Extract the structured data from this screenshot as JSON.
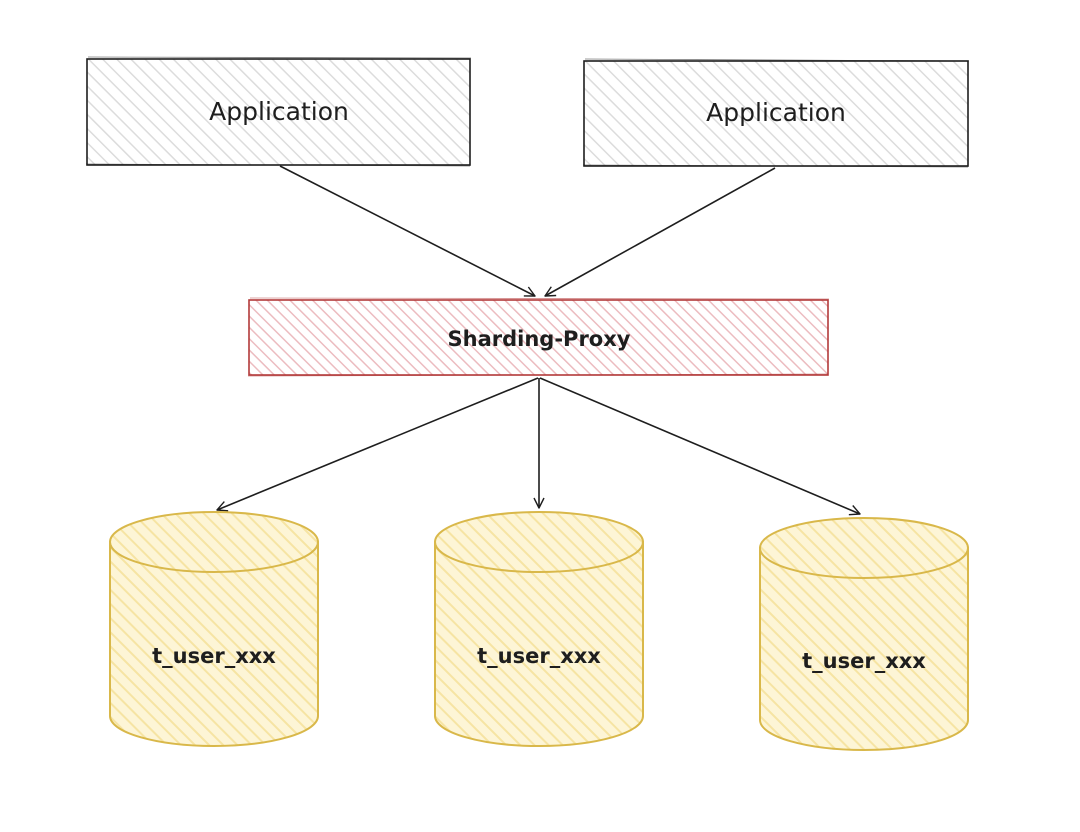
{
  "diagram": {
    "applications": [
      {
        "label": "Application"
      },
      {
        "label": "Application"
      }
    ],
    "proxy": {
      "label": "Sharding-Proxy"
    },
    "databases": [
      {
        "label": "t_user_xxx"
      },
      {
        "label": "t_user_xxx"
      },
      {
        "label": "t_user_xxx"
      }
    ]
  },
  "colors": {
    "stroke": "#1e1e1e",
    "app_fill": "#ececec",
    "proxy_stroke": "#b33a3a",
    "proxy_fill": "#e8b4b8",
    "db_stroke": "#d9b84a",
    "db_fill": "#fbecb0"
  }
}
